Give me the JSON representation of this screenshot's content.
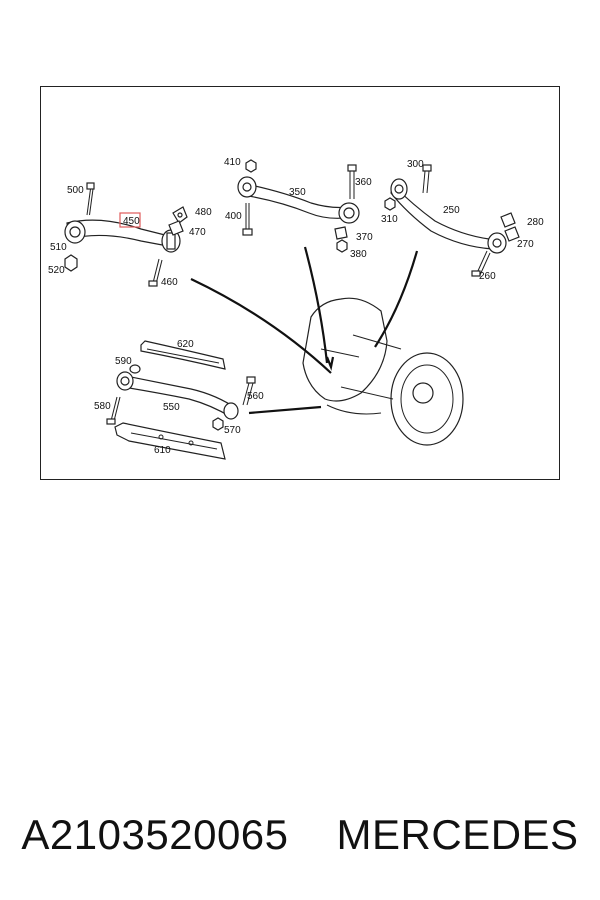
{
  "diagram": {
    "labels": {
      "p500": "500",
      "p450": "450",
      "p480": "480",
      "p470": "470",
      "p510": "510",
      "p520": "520",
      "p460": "460",
      "p410": "410",
      "p350": "350",
      "p360": "360",
      "p400": "400",
      "p370": "370",
      "p380": "380",
      "p300": "300",
      "p250": "250",
      "p310": "310",
      "p280": "280",
      "p270": "270",
      "p260": "260",
      "p620": "620",
      "p590": "590",
      "p560": "560",
      "p580": "580",
      "p550": "550",
      "p570": "570",
      "p610": "610"
    },
    "highlight_color": "#e05a5a"
  },
  "caption": {
    "part_number": "A2103520065",
    "brand": "MERCEDES"
  }
}
